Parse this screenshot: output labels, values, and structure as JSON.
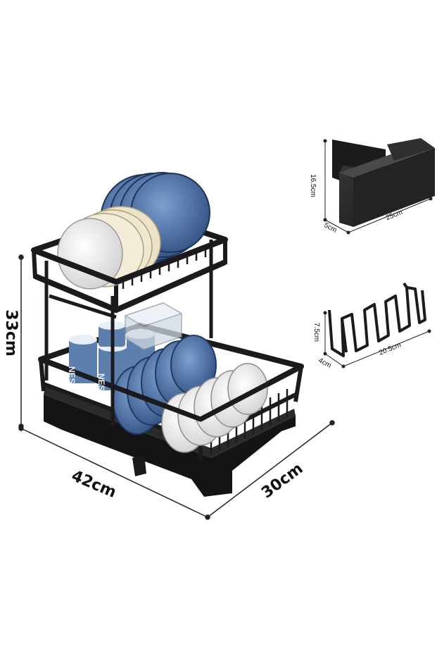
{
  "main_rack": {
    "height_label": "33cm",
    "width_label": "42cm",
    "depth_label": "30cm",
    "cup_print": "NES"
  },
  "utensil_holder": {
    "height_label": "16.5cm",
    "depth_label": "5cm",
    "width_label": "25cm"
  },
  "wire_hook": {
    "height_label": "7.5cm",
    "depth_label": "4cm",
    "width_label": "20.5cm"
  },
  "colors": {
    "rack": "#1b1b1d",
    "plate_blue": "#5a7fb0",
    "plate_white": "#f2f2f2",
    "plate_cream": "#e6dcc2"
  }
}
